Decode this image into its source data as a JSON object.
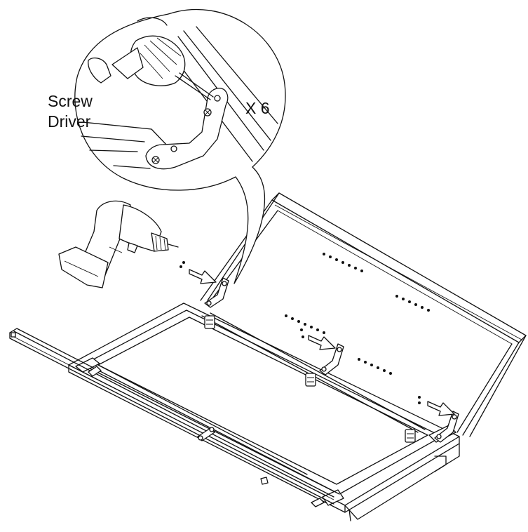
{
  "callout": {
    "tool_label_line1": "Screw",
    "tool_label_line2": "Driver",
    "quantity_label": "X 6"
  }
}
